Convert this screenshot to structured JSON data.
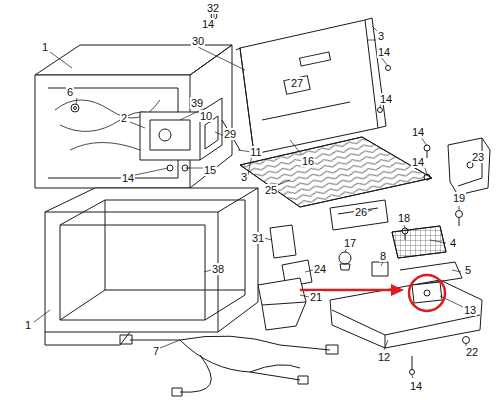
{
  "diagram": {
    "labels": [
      "32",
      "14",
      "30",
      "3",
      "14",
      "1",
      "6",
      "39",
      "27",
      "14",
      "2",
      "10",
      "29",
      "11",
      "14",
      "15",
      "14",
      "3",
      "16",
      "25",
      "14",
      "23",
      "26",
      "19",
      "18",
      "4",
      "31",
      "17",
      "8",
      "5",
      "38",
      "24",
      "13",
      "21",
      "1",
      "7",
      "12",
      "22",
      "14"
    ]
  }
}
